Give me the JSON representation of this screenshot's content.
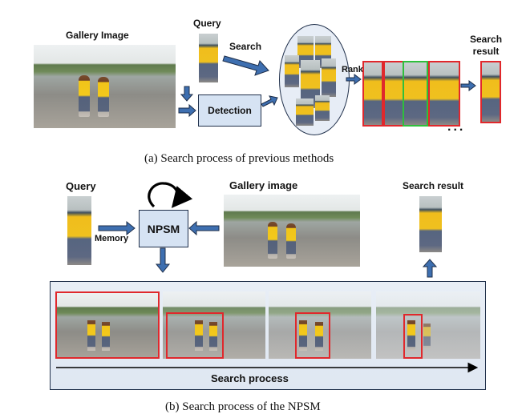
{
  "top": {
    "gallery_label": "Gallery Image",
    "query_label": "Query",
    "search_label": "Search",
    "detection_label": "Detection",
    "rank_label": "Rank",
    "search_result_label": "Search\nresult",
    "ellipsis": "...",
    "caption": "(a) Search process of previous methods"
  },
  "bottom": {
    "query_label": "Query",
    "npsm_label": "NPSM",
    "memory_label": "Memory",
    "gallery_label": "Gallery image",
    "search_result_label": "Search result",
    "search_process_label": "Search process",
    "caption": "(b) Search process of the NPSM"
  },
  "colors": {
    "arrow_blue": "#3e6fb0",
    "box_fill": "#d6e3f3",
    "box_border": "#1f2f4a",
    "red": "#e0282c",
    "green": "#2fbf3c"
  }
}
